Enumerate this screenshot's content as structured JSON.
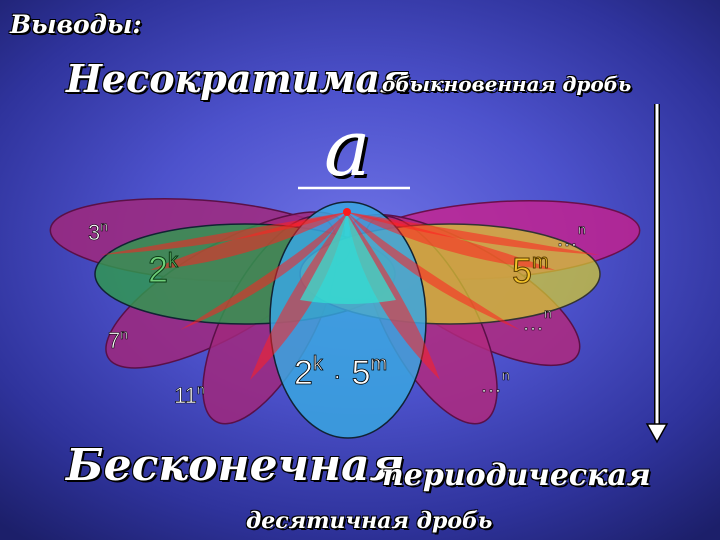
{
  "slide": {
    "conclusions_label": "Выводы:",
    "title_top": "Несократимая",
    "title_top_sub": "обыкновенная дробь",
    "numerator_symbol": "a",
    "title_bottom": "Бесконечная",
    "title_bottom_sub": "периодическая",
    "title_bottom_line2": "десятичная дробь"
  },
  "petals": {
    "p3": {
      "base": "3",
      "exp": "n",
      "color": "#a0287c"
    },
    "p2": {
      "base": "2",
      "exp": "k",
      "color": "#2f9a4e"
    },
    "p7": {
      "base": "7",
      "exp": "n",
      "color": "#a0287c"
    },
    "p11": {
      "base": "11",
      "exp": "n",
      "color": "#a0287c"
    },
    "p25": {
      "a": "2",
      "a_exp": "k",
      "dot": "·",
      "b": "5",
      "b_exp": "m",
      "color": "#3aa6e0"
    },
    "p5": {
      "base": "5",
      "exp": "m",
      "color": "#d7cf2e"
    },
    "pe1": {
      "base": "…",
      "exp": "n",
      "color": "#c81f8c"
    },
    "pe2": {
      "base": "…",
      "exp": "n",
      "color": "#c81f8c"
    },
    "pe3": {
      "base": "…",
      "exp": "n",
      "color": "#c81f8c"
    }
  },
  "colors": {
    "background": "#4d52cc",
    "center_red": "#ff1a1a",
    "arrow": "#ffffff"
  }
}
